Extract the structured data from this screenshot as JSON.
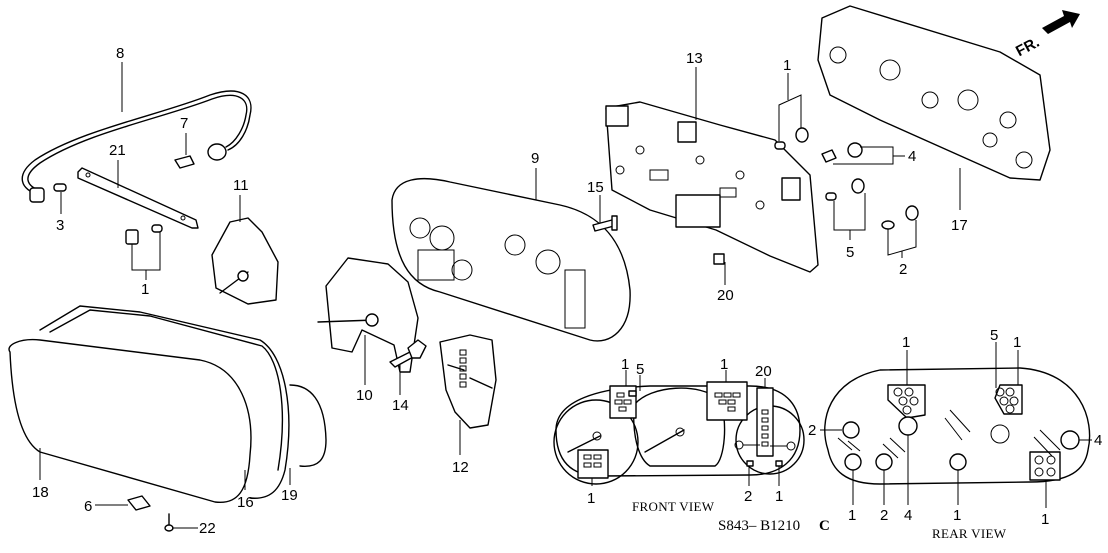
{
  "diagram": {
    "type": "exploded-parts-diagram",
    "diagram_code": "S843– B1210",
    "diagram_code_suffix": "C",
    "direction_indicator": "FR.",
    "views": {
      "front_view_caption": "FRONT VIEW",
      "rear_view_caption": "REAR VIEW"
    },
    "callouts": {
      "c1a": "1",
      "c1b": "1",
      "c1c": "1",
      "c2": "2",
      "c3": "3",
      "c4": "4",
      "c5": "5",
      "c6": "6",
      "c7": "7",
      "c8": "8",
      "c9": "9",
      "c10": "10",
      "c11": "11",
      "c12": "12",
      "c13": "13",
      "c14": "14",
      "c15": "15",
      "c16": "16",
      "c17": "17",
      "c18": "18",
      "c19": "19",
      "c20": "20",
      "c21": "21",
      "c22": "22"
    },
    "front_view_callouts": {
      "f1a": "1",
      "f5": "5",
      "f1b": "1",
      "f20": "20",
      "f1c": "1",
      "f2": "2",
      "f1d": "1"
    },
    "rear_view_callouts": {
      "r1a": "1",
      "r5": "5",
      "r1b": "1",
      "r2a": "2",
      "r4a": "4",
      "r1c": "1",
      "r2b": "2",
      "r4b": "4",
      "r1d": "1",
      "r1e": "1"
    }
  }
}
